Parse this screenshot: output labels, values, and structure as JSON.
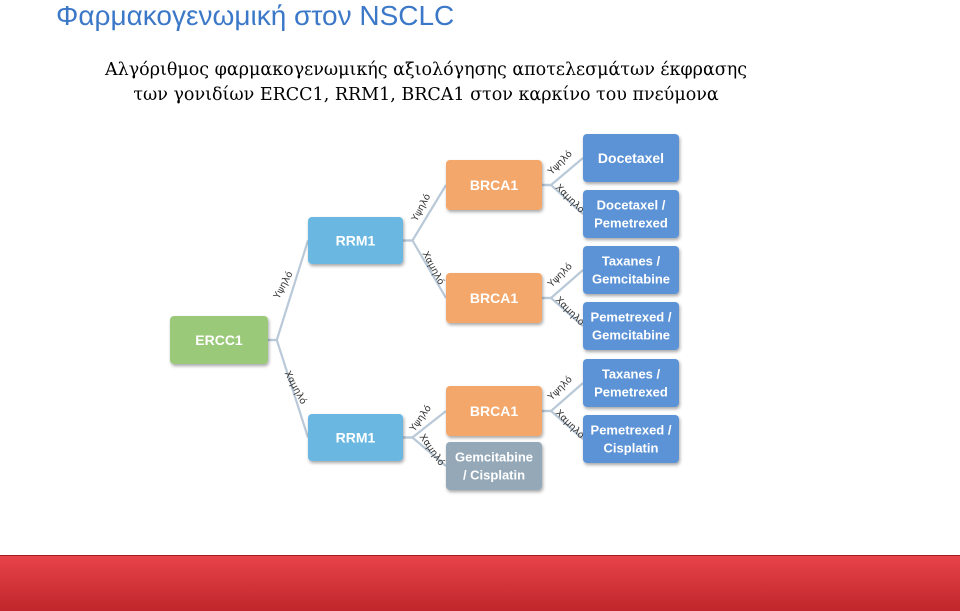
{
  "slide": {
    "title": "Φαρμακογενωμική στον NSCLC",
    "subtitle_line1": "Αλγόριθμος φαρμακογενωμικής αξιολόγησης αποτελεσμάτων έκφρασης",
    "subtitle_line2": "των γονιδίων ERCC1, RRM1, BRCA1 στον καρκίνο του πνεύμονα"
  },
  "colors": {
    "ercc1": "#9bc97a",
    "rrm1": "#6bb8e2",
    "brca1": "#f4a76a",
    "drug_blue": "#5b93d6",
    "drug_gray": "#94a8b8",
    "footer": "#d6363c"
  },
  "diagram": {
    "nodes": [
      {
        "id": "ercc1",
        "lines": [
          "ERCC1"
        ],
        "kind": "ercc1"
      },
      {
        "id": "rrm1_high",
        "lines": [
          "RRM1"
        ],
        "kind": "rrm1"
      },
      {
        "id": "rrm1_low",
        "lines": [
          "RRM1"
        ],
        "kind": "rrm1"
      },
      {
        "id": "brca1_a",
        "lines": [
          "BRCA1"
        ],
        "kind": "brca1"
      },
      {
        "id": "brca1_b",
        "lines": [
          "BRCA1"
        ],
        "kind": "brca1"
      },
      {
        "id": "brca1_c",
        "lines": [
          "BRCA1"
        ],
        "kind": "brca1"
      },
      {
        "id": "drug_docetaxel",
        "lines": [
          "Docetaxel"
        ],
        "kind": "drug_blue"
      },
      {
        "id": "drug_doc_pem",
        "lines": [
          "Docetaxel /",
          "Pemetrexed"
        ],
        "kind": "drug_blue"
      },
      {
        "id": "drug_tax_gem",
        "lines": [
          "Taxanes /",
          "Gemcitabine"
        ],
        "kind": "drug_blue"
      },
      {
        "id": "drug_pem_gem",
        "lines": [
          "Pemetrexed /",
          "Gemcitabine"
        ],
        "kind": "drug_blue"
      },
      {
        "id": "drug_tax_pem",
        "lines": [
          "Taxanes /",
          "Pemetrexed"
        ],
        "kind": "drug_blue"
      },
      {
        "id": "drug_pem_cis",
        "lines": [
          "Pemetrexed /",
          "Cisplatin"
        ],
        "kind": "drug_blue"
      },
      {
        "id": "drug_gem_cis",
        "lines": [
          "Gemcitabine",
          "/ Cisplatin"
        ],
        "kind": "drug_gray"
      }
    ],
    "edges": [
      {
        "from": "ercc1",
        "to": "rrm1_high",
        "label": "Υψηλό"
      },
      {
        "from": "ercc1",
        "to": "rrm1_low",
        "label": "Χαμηλό"
      },
      {
        "from": "rrm1_high",
        "to": "brca1_a",
        "label": "Υψηλό"
      },
      {
        "from": "rrm1_high",
        "to": "brca1_b",
        "label": "Χαμηλό"
      },
      {
        "from": "rrm1_low",
        "to": "brca1_c",
        "label": "Υψηλό"
      },
      {
        "from": "rrm1_low",
        "to": "drug_gem_cis",
        "label": "Χαμηλό"
      },
      {
        "from": "brca1_a",
        "to": "drug_docetaxel",
        "label": "Υψηλό"
      },
      {
        "from": "brca1_a",
        "to": "drug_doc_pem",
        "label": "Χαμηλό"
      },
      {
        "from": "brca1_b",
        "to": "drug_tax_gem",
        "label": "Υψηλό"
      },
      {
        "from": "brca1_b",
        "to": "drug_pem_gem",
        "label": "Χαμηλό"
      },
      {
        "from": "brca1_c",
        "to": "drug_tax_pem",
        "label": "Υψηλό"
      },
      {
        "from": "brca1_c",
        "to": "drug_pem_cis",
        "label": "Χαμηλό"
      }
    ]
  }
}
